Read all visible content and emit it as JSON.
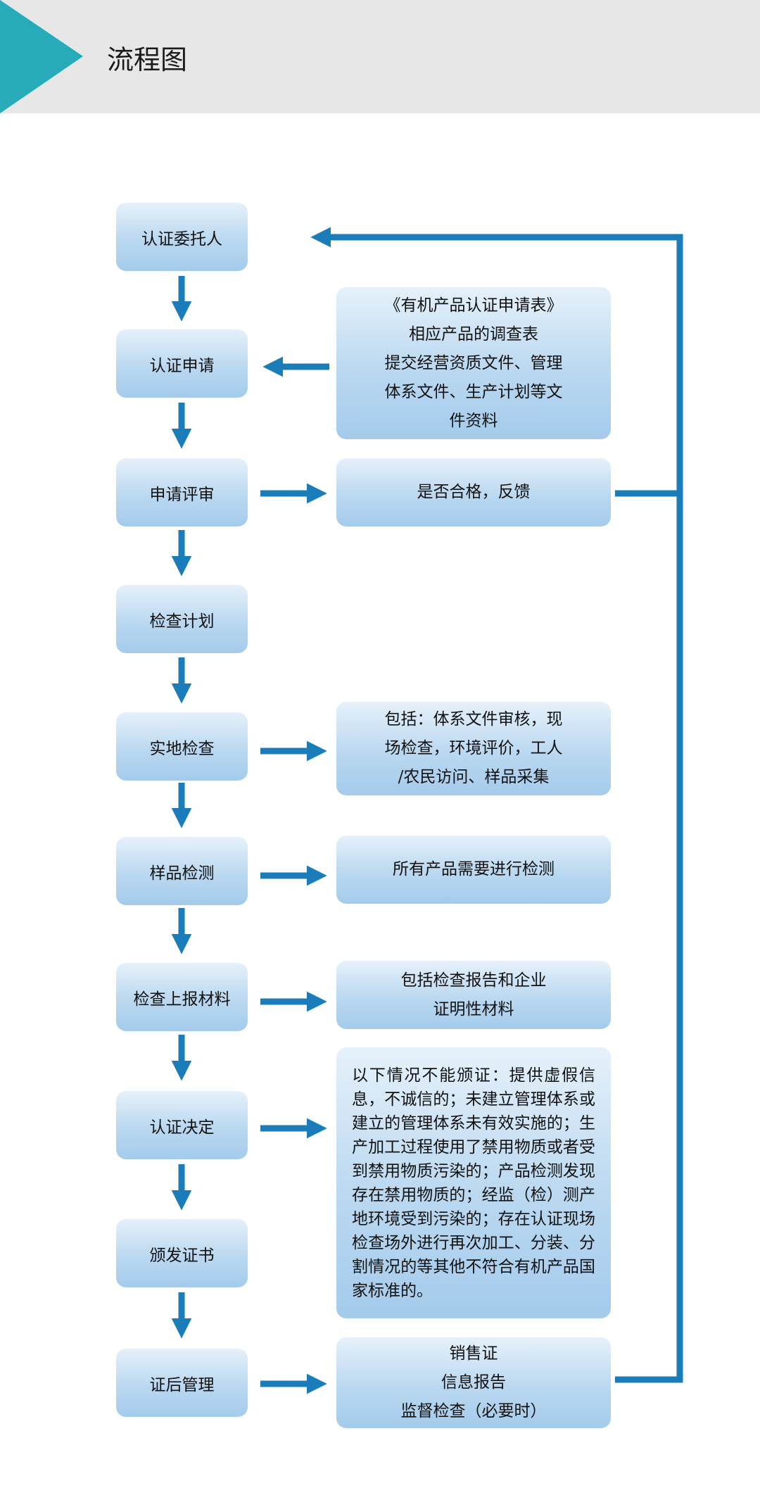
{
  "header": {
    "title": "流程图"
  },
  "steps": [
    "认证委托人",
    "认证申请",
    "申请评审",
    "检查计划",
    "实地检查",
    "样品检测",
    "检查上报材料",
    "认证决定",
    "颁发证书",
    "证后管理"
  ],
  "notes": {
    "application": [
      "《有机产品认证申请表》",
      "相应产品的调查表",
      "提交经营资质文件、管理",
      "体系文件、生产计划等文",
      "件资料"
    ],
    "review": "是否合格，反馈",
    "inspection": [
      "包括：体系文件审核，现",
      "场检查，环境评价，工人",
      "/农民访问、样品采集"
    ],
    "sampling": "所有产品需要进行检测",
    "report": [
      "包括检查报告和企业",
      "证明性材料"
    ],
    "decision": "以下情况不能颁证：提供虚假信息，不诚信的；未建立管理体系或建立的管理体系未有效实施的；生产加工过程使用了禁用物质或者受到禁用物质污染的；产品检测发现存在禁用物质的；经监（检）测产地环境受到污染的；存在认证现场检查场外进行再次加工、分装、分割情况的等其他不符合有机产品国家标准的。",
    "post": [
      "销售证",
      "信息报告",
      "监督检查（必要时）"
    ]
  },
  "colors": {
    "accent": "#27abb8",
    "arrow": "#1a7db9",
    "box_top": "#e6f1fb",
    "box_bottom": "#a4cbec"
  }
}
